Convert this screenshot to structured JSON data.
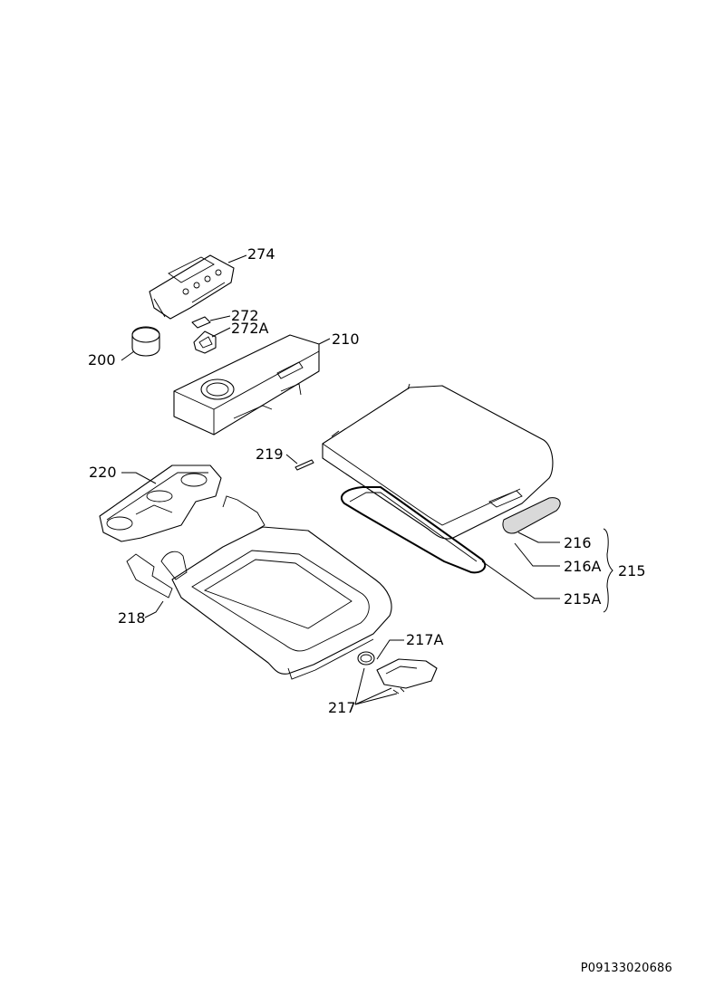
{
  "diagram": {
    "labels": {
      "p274": "274",
      "p272": "272",
      "p272a": "272A",
      "p200": "200",
      "p210": "210",
      "p219": "219",
      "p220": "220",
      "p218": "218",
      "p216": "216",
      "p216a": "216A",
      "p215": "215",
      "p215a": "215A",
      "p217a": "217A",
      "p217": "217"
    },
    "reference_code": "P09133020686"
  }
}
